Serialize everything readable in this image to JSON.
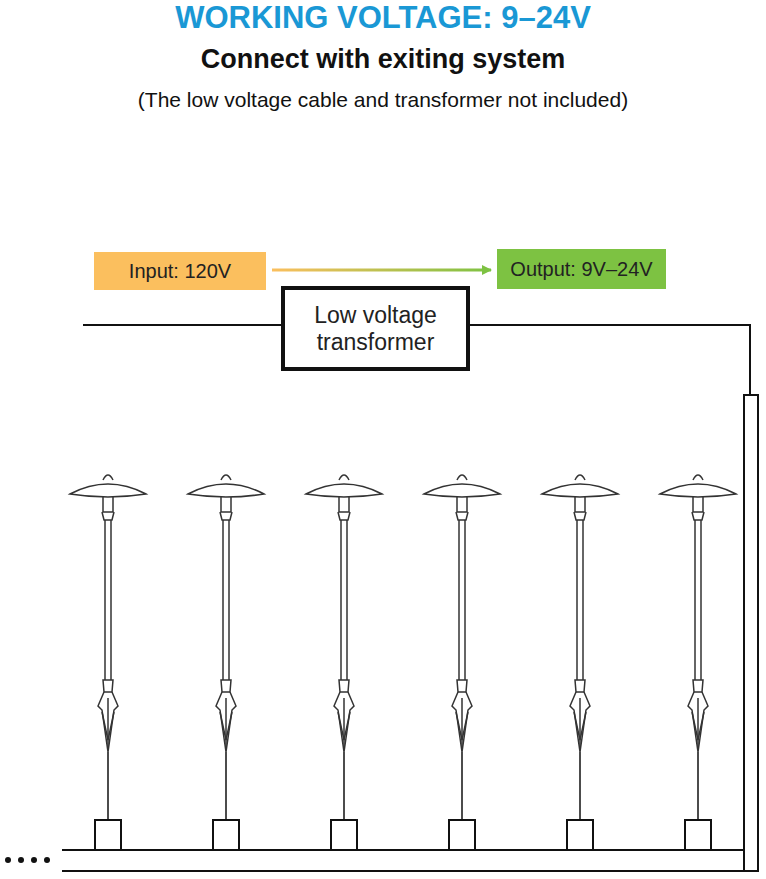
{
  "diagram": {
    "title": "WORKING VOLTAGE: 9–24V",
    "nodes": [
      {
        "text": [
          "Input: 120V"
        ]
      },
      {
        "text": [
          "Output: 9V–24V"
        ]
      },
      {
        "text": [
          "Low voltage transformer"
        ]
      }
    ],
    "edges": [
      {
        "from": 0,
        "to": 1,
        "arrow": "to"
      }
    ],
    "labels": [
      "Connect with exiting system",
      "(The low voltage cable and transformer not included)"
    ]
  }
}
